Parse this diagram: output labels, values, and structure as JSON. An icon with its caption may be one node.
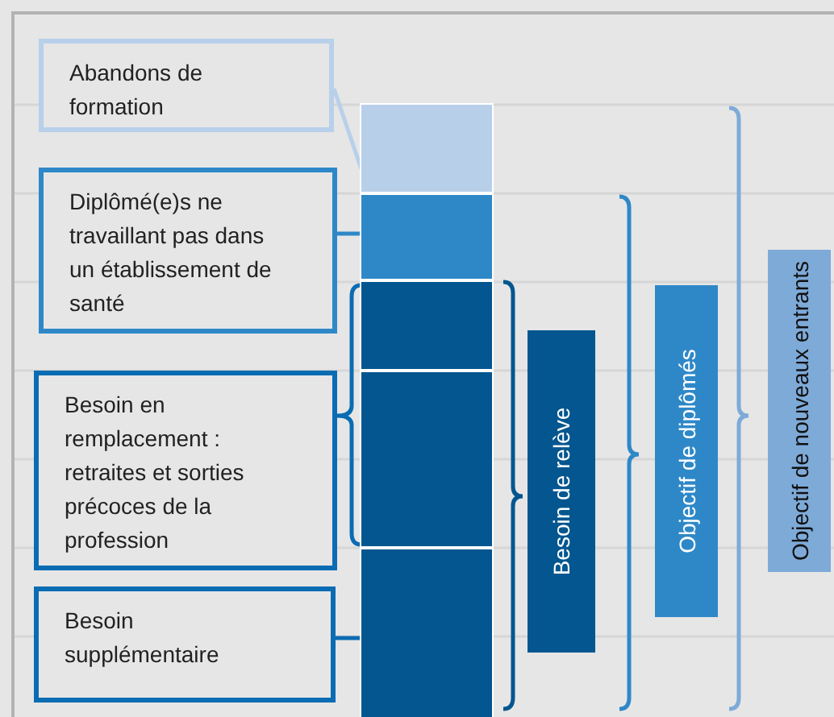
{
  "diagram": {
    "nodes": [
      {
        "text": [
          "Abandons de formation"
        ]
      },
      {
        "text": [
          "Diplômé(e)s ne travaillant pas dans un établissement de santé"
        ]
      },
      {
        "text": [
          "Besoin en remplacement : retraites et sorties précoces de la profession"
        ]
      },
      {
        "text": [
          "Besoin supplémentaire"
        ]
      },
      {
        "text": [],
        "shape": "bar"
      },
      {
        "text": [],
        "shape": "bar"
      },
      {
        "text": [],
        "shape": "bar"
      },
      {
        "text": [],
        "shape": "bar"
      },
      {
        "text": [],
        "shape": "bar"
      },
      {
        "text": [
          "Besoin de relève"
        ]
      },
      {
        "text": [
          "Objectif de diplômés"
        ]
      },
      {
        "text": [
          "Objectif de nouveaux entrants"
        ]
      }
    ],
    "edges": [
      {
        "from": 0,
        "to": 4,
        "arrow": "none",
        "color": "#b8d0ea"
      },
      {
        "from": 1,
        "to": 5,
        "arrow": "none",
        "color": "#2e88c8"
      },
      {
        "from": 2,
        "to": 6,
        "arrow": "none"
      },
      {
        "from": 2,
        "to": 7,
        "arrow": "none"
      },
      {
        "from": 3,
        "to": 8,
        "arrow": "none"
      }
    ]
  }
}
